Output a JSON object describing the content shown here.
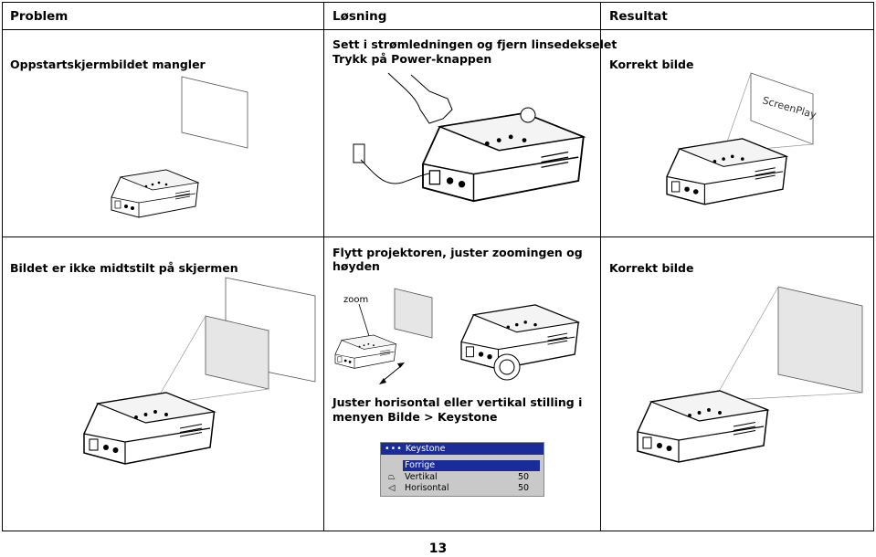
{
  "header": {
    "problem": "Problem",
    "solution": "Løsning",
    "result": "Resultat"
  },
  "row1": {
    "problem": "Oppstartskjermbildet mangler",
    "solution_line1": "Sett i strømledningen og fjern linsedekselet",
    "solution_line2": "Trykk på Power-knappen",
    "result": "Korrekt bilde",
    "screen_text": "ScreenPlay"
  },
  "row2": {
    "problem": "Bildet er ikke midtstilt på skjermen",
    "solution_line1": "Flytt projektoren, juster zoomingen og",
    "solution_line2": "høyden",
    "zoom_label": "zoom",
    "keystone_line1": "Juster horisontal eller vertikal stilling i",
    "keystone_line2": "menyen Bilde > Keystone",
    "result": "Korrekt bilde"
  },
  "menu": {
    "title": "Keystone",
    "items": [
      {
        "label": "Forrige",
        "value": ""
      },
      {
        "label": "Vertikal",
        "value": "50"
      },
      {
        "label": "Horisontal",
        "value": "50"
      }
    ]
  },
  "page_number": "13",
  "colors": {
    "menu_blue": "#1b2b9a",
    "menu_gray": "#c9c9c9"
  }
}
